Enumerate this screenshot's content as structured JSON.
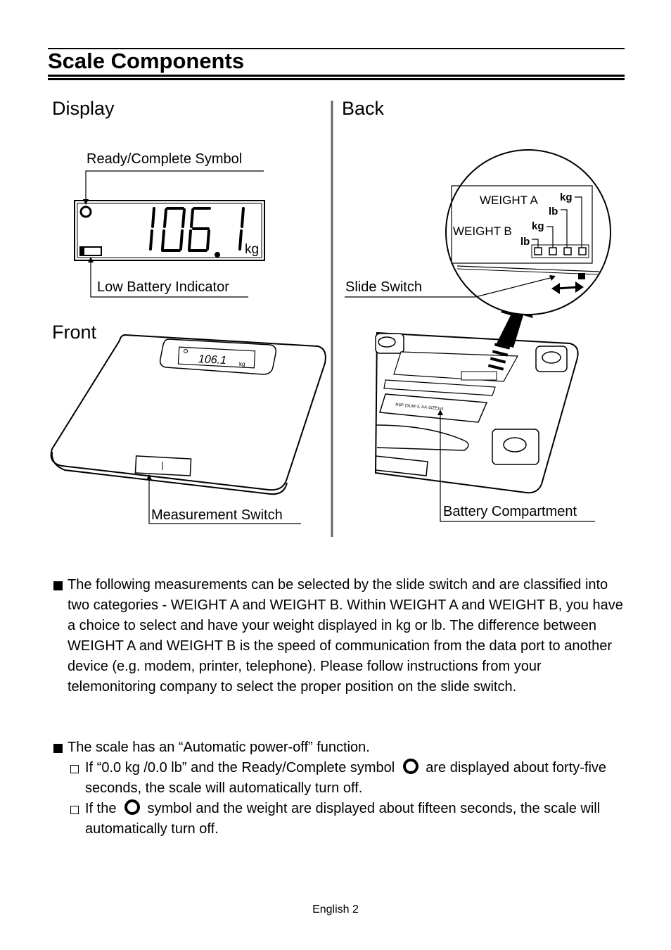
{
  "page": {
    "title": "Scale Components",
    "footer": "English 2"
  },
  "display_section": {
    "heading": "Display",
    "ready_label": "Ready/Complete Symbol",
    "battery_label": "Low Battery Indicator",
    "readout": "106.1",
    "unit": "kg"
  },
  "back_section": {
    "heading": "Back",
    "slide_switch_label": "Slide Switch",
    "battery_compartment_label": "Battery Compartment",
    "switch_panel": {
      "weight_a": "WEIGHT A",
      "weight_b": "WEIGHT B",
      "kg": "kg",
      "lb": "lb"
    }
  },
  "front_section": {
    "heading": "Front",
    "measurement_switch_label": "Measurement Switch"
  },
  "body": {
    "bullet1": "The following measurements can be selected by the slide switch and are classified into two categories - WEIGHT A and WEIGHT B. Within WEIGHT A and WEIGHT B, you have a choice to select and have your weight displayed in kg or lb. The difference between WEIGHT A and WEIGHT B is the speed of communication from the data port to another device (e.g. modem, printer, telephone). Please follow instructions from your telemonitoring company to select the proper position on the slide switch.",
    "bullet2": "The scale has an “Automatic power-off” function.",
    "sub1_before": "If “0.0 kg /0.0 lb” and the Ready/Complete symbol",
    "sub1_after": "are displayed about forty-five seconds, the scale will automatically turn off.",
    "sub2_before": "If the",
    "sub2_after": "symbol and the weight are displayed about fifteen seconds, the scale will automatically turn off."
  }
}
